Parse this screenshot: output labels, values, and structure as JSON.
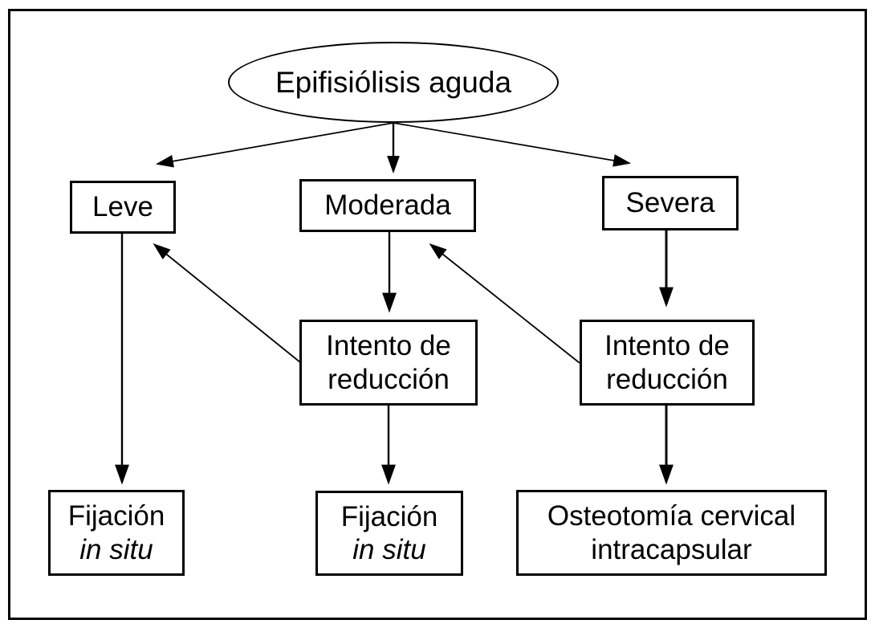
{
  "diagram": {
    "type": "flowchart",
    "language": "es",
    "colors": {
      "background": "#ffffff",
      "line": "#000000",
      "text": "#000000"
    },
    "nodes": {
      "root": {
        "label": "Epifisiólisis aguda",
        "shape": "ellipse"
      },
      "leve": {
        "label": "Leve",
        "shape": "rect"
      },
      "moderada": {
        "label": "Moderada",
        "shape": "rect"
      },
      "severa": {
        "label": "Severa",
        "shape": "rect"
      },
      "intento_moderada": {
        "label": "Intento de\nreducción",
        "shape": "rect"
      },
      "intento_severa": {
        "label": "Intento de\nreducción",
        "shape": "rect"
      },
      "fijacion_leve": {
        "line1": "Fijación",
        "line2_italic": "in situ",
        "shape": "rect"
      },
      "fijacion_moderada": {
        "line1": "Fijación",
        "line2_italic": "in situ",
        "shape": "rect"
      },
      "osteotomia": {
        "label": "Osteotomía cervical\nintracapsular",
        "shape": "rect"
      }
    },
    "edges": [
      {
        "from": "root",
        "to": "leve"
      },
      {
        "from": "root",
        "to": "moderada"
      },
      {
        "from": "root",
        "to": "severa"
      },
      {
        "from": "leve",
        "to": "fijacion_leve"
      },
      {
        "from": "moderada",
        "to": "intento_moderada"
      },
      {
        "from": "severa",
        "to": "intento_severa"
      },
      {
        "from": "intento_moderada",
        "to": "leve"
      },
      {
        "from": "intento_moderada",
        "to": "fijacion_moderada"
      },
      {
        "from": "intento_severa",
        "to": "moderada"
      },
      {
        "from": "intento_severa",
        "to": "osteotomia"
      }
    ]
  }
}
